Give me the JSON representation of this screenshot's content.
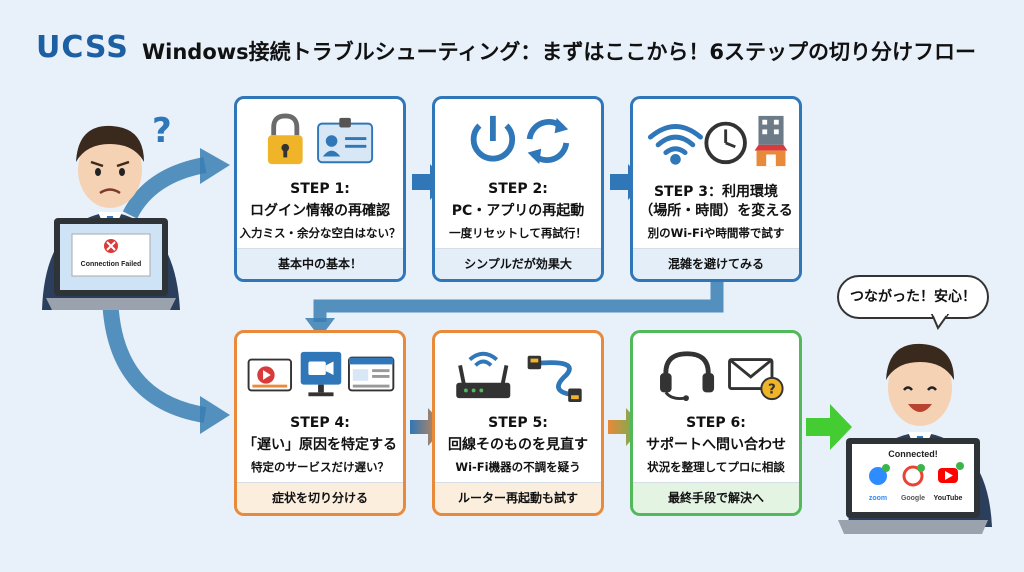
{
  "brand": "UCSS",
  "title": "Windows接続トラブルシューティング：まずはここから！6ステップの切り分けフロー",
  "left_user": {
    "question_mark": "?",
    "screen_text": "Connection Failed",
    "screen_icon": "error-x-icon"
  },
  "right_user": {
    "speech": "つながった！安心！",
    "screen_title": "Connected!",
    "apps": [
      "zoom",
      "Google",
      "YouTube"
    ]
  },
  "steps": [
    {
      "step": "STEP 1:",
      "title": "ログイン情報の再確認",
      "subtitle": "入力ミス・余分な空白はない？",
      "footer": "基本中の基本！",
      "icons": [
        "padlock-icon",
        "id-card-icon"
      ],
      "color": "#2f77b8"
    },
    {
      "step": "STEP 2:",
      "title": "PC・アプリの再起動",
      "subtitle": "一度リセットして再試行！",
      "footer": "シンプルだが効果大",
      "icons": [
        "power-icon",
        "refresh-icon"
      ],
      "color": "#2f77b8"
    },
    {
      "step": "STEP 3：利用環境",
      "title": "（場所・時間）を変える",
      "subtitle": "別のWi-Fiや時間帯で試す",
      "footer": "混雑を避けてみる",
      "icons": [
        "wifi-icon",
        "clock-icon",
        "building-icon"
      ],
      "color": "#2f77b8"
    },
    {
      "step": "STEP 4:",
      "title": "「遅い」原因を特定する",
      "subtitle": "特定のサービスだけ遅い？",
      "footer": "症状を切り分ける",
      "icons": [
        "video-play-icon",
        "video-camera-icon",
        "web-page-icon"
      ],
      "color": "#e9893a"
    },
    {
      "step": "STEP 5:",
      "title": "回線そのものを見直す",
      "subtitle": "Wi-Fi機器の不調を疑う",
      "footer": "ルーター再起動も試す",
      "icons": [
        "router-icon",
        "ethernet-cable-icon"
      ],
      "color": "#e9893a"
    },
    {
      "step": "STEP 6:",
      "title": "サポートへ問い合わせ",
      "subtitle": "状況を整理してプロに相談",
      "footer": "最終手段で解決へ",
      "icons": [
        "headset-icon",
        "mail-question-icon"
      ],
      "color": "#52b95a"
    }
  ]
}
